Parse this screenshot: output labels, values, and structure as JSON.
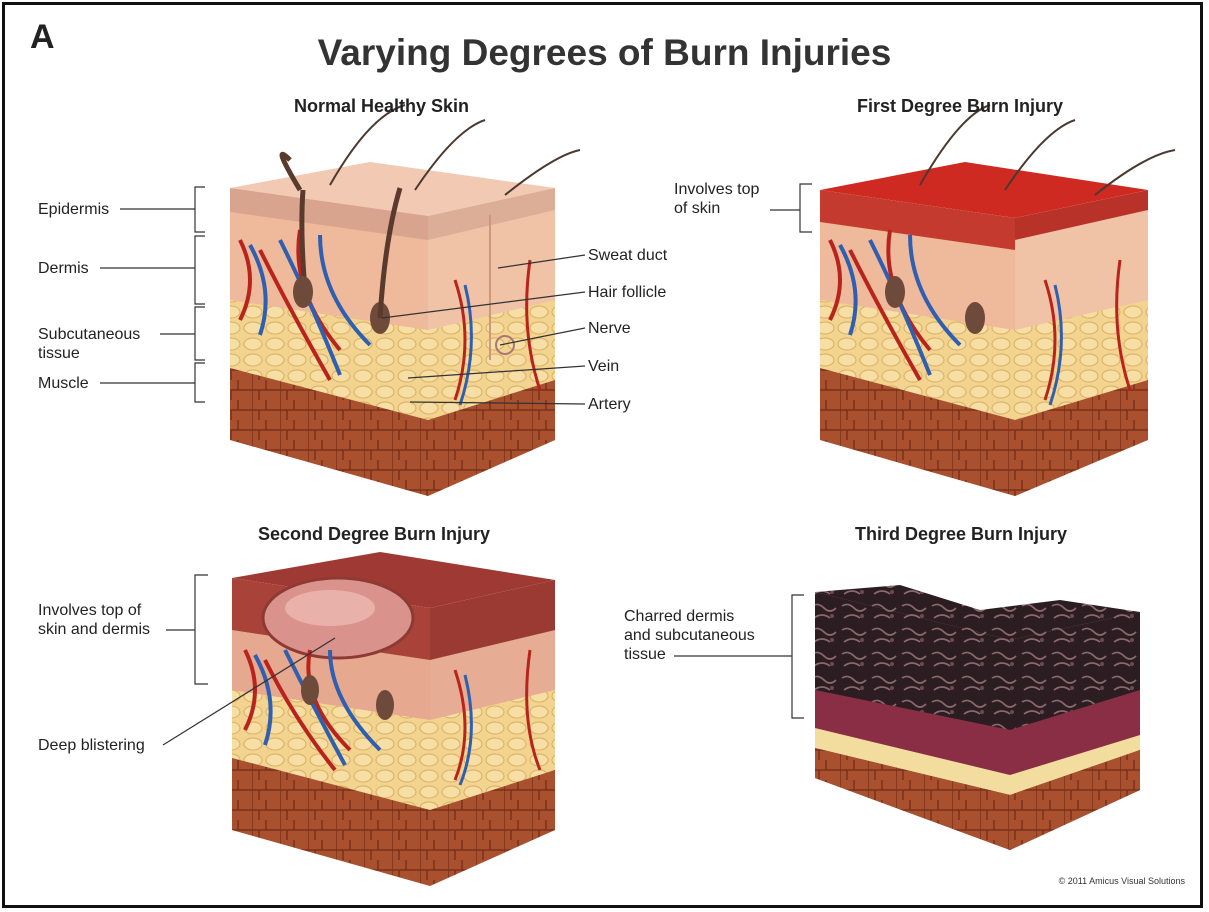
{
  "panel_letter": "A",
  "title": "Varying Degrees of Burn Injuries",
  "panels": {
    "normal": {
      "title": "Normal Healthy Skin",
      "labels": {
        "epidermis": "Epidermis",
        "dermis": "Dermis",
        "subcutaneous": "Subcutaneous\ntissue",
        "muscle": "Muscle",
        "sweat_duct": "Sweat duct",
        "hair_follicle": "Hair follicle",
        "nerve": "Nerve",
        "vein": "Vein",
        "artery": "Artery"
      }
    },
    "first": {
      "title": "First Degree Burn Injury",
      "labels": {
        "involves": "Involves top\nof skin"
      }
    },
    "second": {
      "title": "Second Degree Burn Injury",
      "labels": {
        "involves": "Involves top of\nskin and dermis",
        "blister": "Deep blistering"
      }
    },
    "third": {
      "title": "Third Degree Burn Injury",
      "labels": {
        "charred": "Charred dermis\nand subcutaneous\ntissue"
      }
    }
  },
  "copyright": "© 2011 Amicus Visual Solutions",
  "colors": {
    "epidermis": "#f1c7b0",
    "dermis": "#ecb79e",
    "fat": "#f0cf8a",
    "muscle": "#a64a2c",
    "burn_red": "#c9261f",
    "blister": "#d9928c",
    "char": "#2a1c20",
    "vein": "#2f5fb0",
    "artery": "#b8241d"
  }
}
